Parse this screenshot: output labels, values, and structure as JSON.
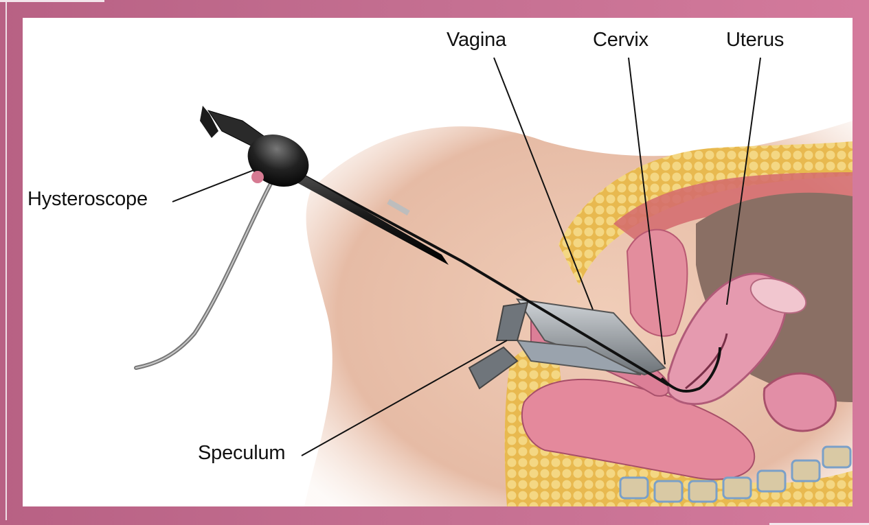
{
  "diagram": {
    "labels": {
      "vagina": "Vagina",
      "cervix": "Cervix",
      "uterus": "Uterus",
      "hysteroscope": "Hysteroscope",
      "speculum": "Speculum"
    },
    "colors": {
      "frame": "#c06a8c",
      "background": "#ffffff",
      "skin": "#e9c3ae",
      "fat": "#eecb6f",
      "tissue_pink": "#d9849a",
      "instrument": "#1c1c1c",
      "speculum_metal": "#8f959b"
    }
  }
}
